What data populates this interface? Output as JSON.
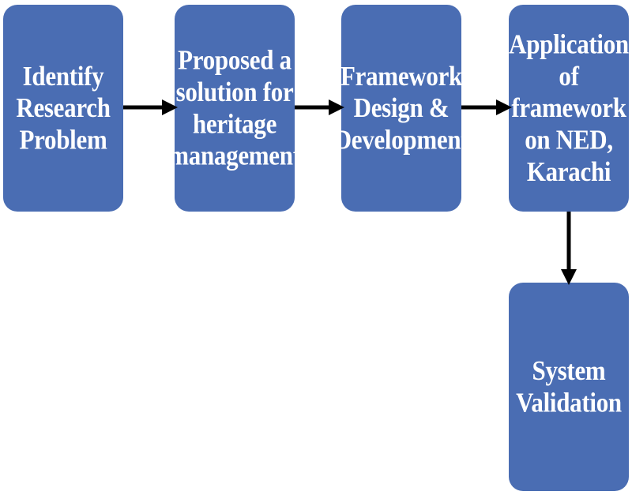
{
  "flow": {
    "steps": [
      {
        "label": "Identify\nResearch\nProblem"
      },
      {
        "label": "Proposed a\nsolution for\nheritage\nmanagement"
      },
      {
        "label": "Framework\nDesign &\nDevelopment"
      },
      {
        "label": "Application\nof framework\non NED,\nKarachi"
      },
      {
        "label": "System\nValidation"
      }
    ]
  },
  "colors": {
    "box_fill": "#4a6db3",
    "text": "#ffffff",
    "arrow": "#000000"
  }
}
